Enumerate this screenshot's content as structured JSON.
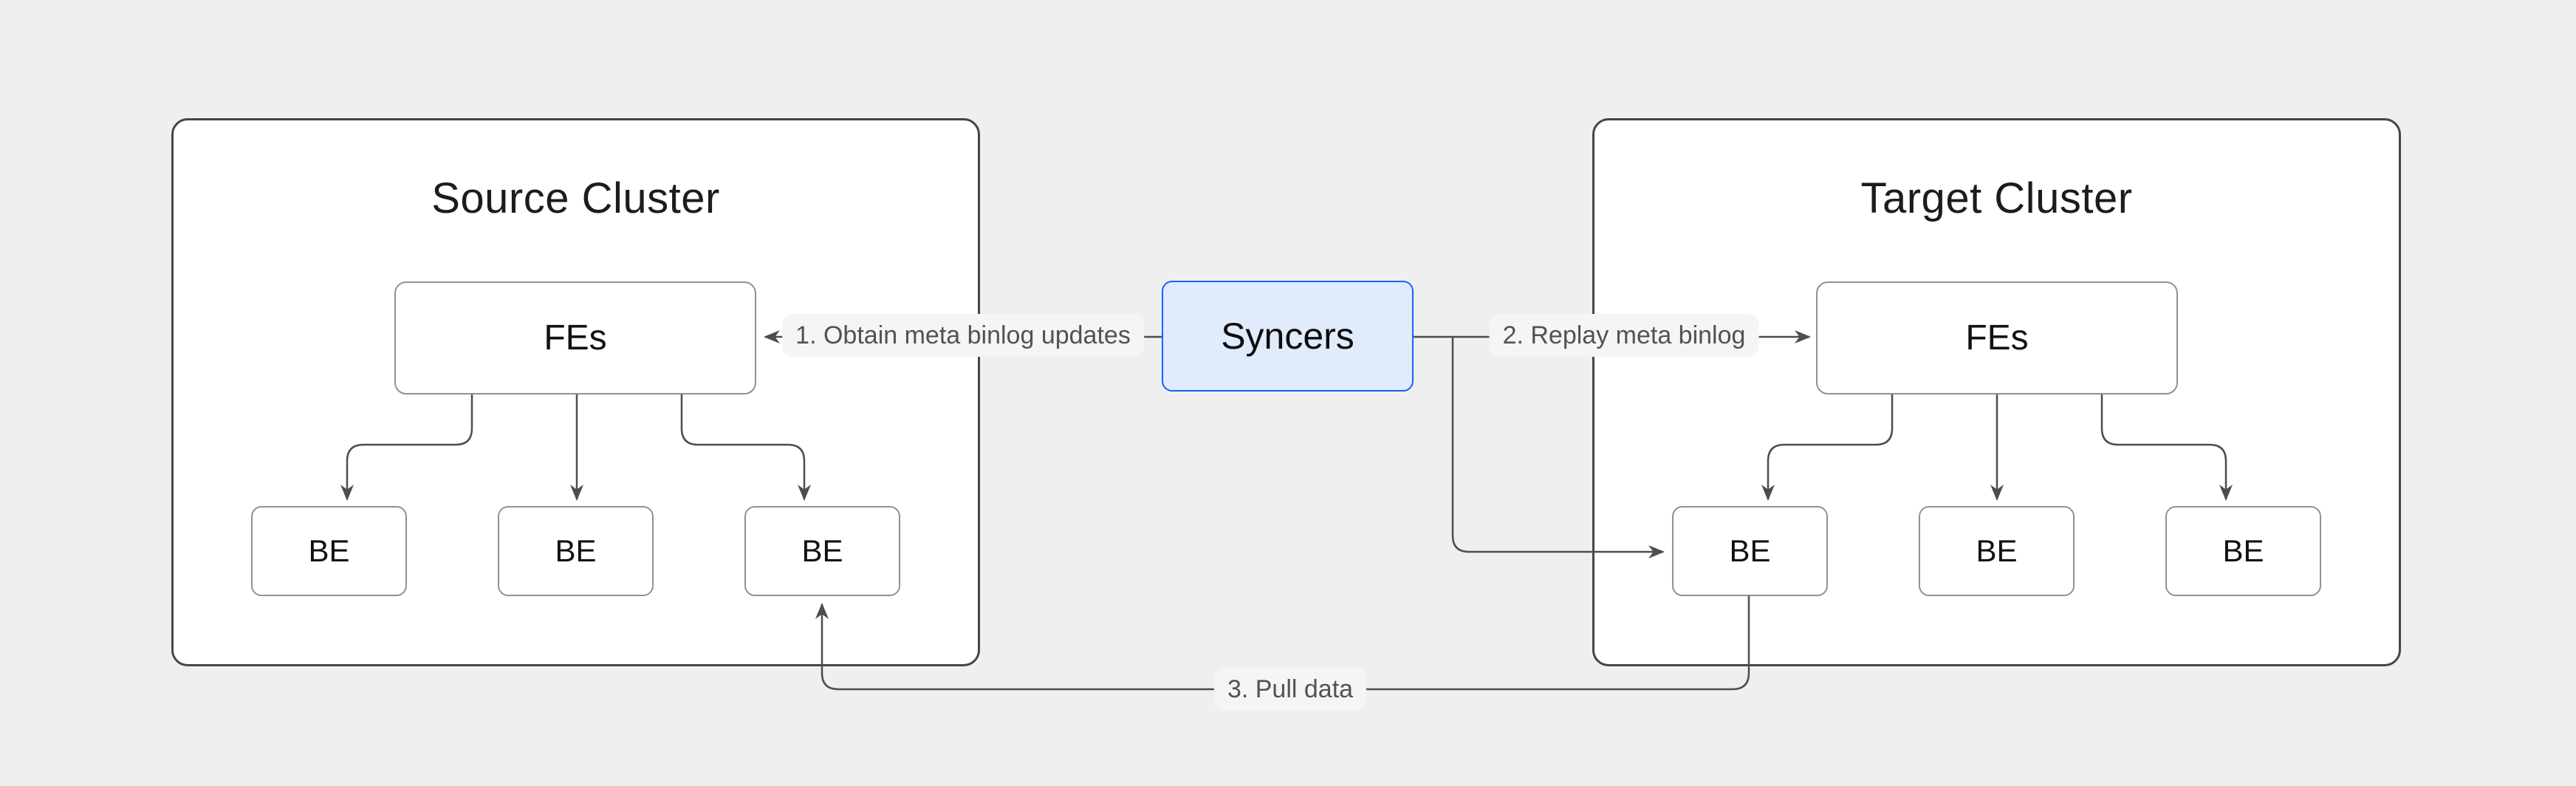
{
  "theme": {
    "bg": "#efefef",
    "cluster_border": "#464646",
    "node_border": "#919191",
    "node_fill": "#ffffff",
    "arrow": "#4d4d4d",
    "accent_border": "#1266f1",
    "accent_fill": "#e0ebfb",
    "label_bg": "#f4f5f5",
    "label_text": "#525252",
    "text": "#1c1c1c"
  },
  "diagram": {
    "source_cluster": {
      "title": "Source Cluster",
      "fe_label": "FEs",
      "be_nodes": [
        {
          "label": "BE"
        },
        {
          "label": "BE"
        },
        {
          "label": "BE"
        }
      ]
    },
    "target_cluster": {
      "title": "Target Cluster",
      "fe_label": "FEs",
      "be_nodes": [
        {
          "label": "BE"
        },
        {
          "label": "BE"
        },
        {
          "label": "BE"
        }
      ]
    },
    "syncers": {
      "label": "Syncers"
    },
    "edges": {
      "obtain_meta_binlog": {
        "label": "1. Obtain meta binlog updates"
      },
      "replay_meta_binlog": {
        "label": "2. Replay meta binlog"
      },
      "pull_data": {
        "label": "3. Pull data"
      }
    }
  }
}
